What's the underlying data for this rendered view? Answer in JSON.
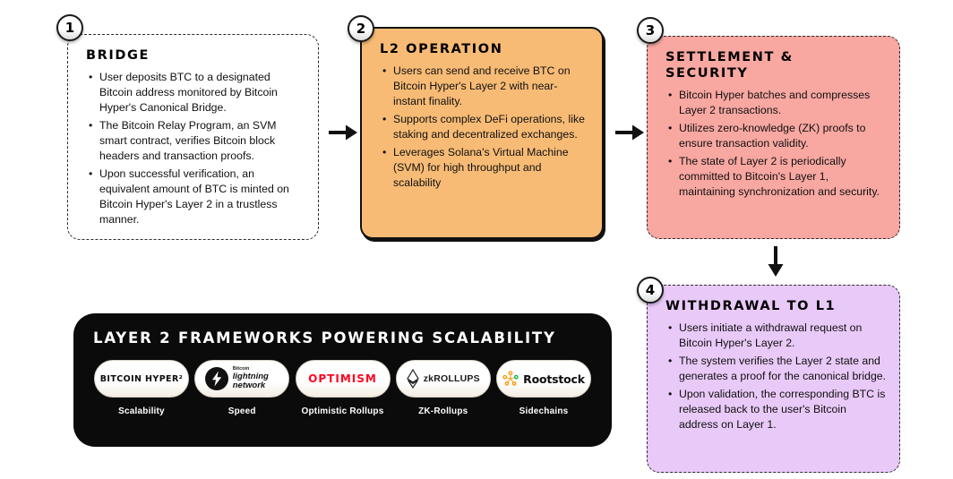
{
  "steps": [
    {
      "number": "1",
      "title": "BRIDGE",
      "bullets": [
        "User deposits BTC to a designated Bitcoin address monitored by Bitcoin Hyper's Canonical Bridge.",
        "The Bitcoin Relay Program, an SVM smart contract, verifies Bitcoin block headers and transaction proofs.",
        "Upon successful verification, an equivalent amount of BTC is minted on Bitcoin Hyper's Layer 2 in a trustless manner."
      ]
    },
    {
      "number": "2",
      "title": "L2 OPERATION",
      "bullets": [
        "Users can send and receive BTC on Bitcoin Hyper's Layer 2 with near-instant finality.",
        "Supports complex DeFi operations, like staking and decentralized exchanges.",
        "Leverages Solana's Virtual Machine (SVM) for high throughput and scalability"
      ]
    },
    {
      "number": "3",
      "title": "SETTLEMENT & SECURITY",
      "bullets": [
        "Bitcoin Hyper batches and compresses Layer 2 transactions.",
        "Utilizes zero-knowledge (ZK) proofs to ensure transaction validity.",
        "The state of Layer 2 is periodically committed to Bitcoin's Layer 1, maintaining synchronization and security."
      ]
    },
    {
      "number": "4",
      "title": "WITHDRAWAL TO L1",
      "bullets": [
        "Users initiate a withdrawal request on Bitcoin Hyper's Layer 2.",
        "The system verifies the Layer 2 state and generates a proof for the canonical bridge.",
        "Upon validation, the corresponding BTC is released back to the user's Bitcoin address on Layer 1."
      ]
    }
  ],
  "frameworks": {
    "title": "LAYER 2 FRAMEWORKS POWERING SCALABILITY",
    "items": [
      {
        "logo_text": "BITCOIN HYPER²",
        "label": "Scalability"
      },
      {
        "logo_small": "Bitcoin",
        "logo_text": "lightning network",
        "label": "Speed"
      },
      {
        "logo_text": "OPTIMISM",
        "label": "Optimistic Rollups"
      },
      {
        "logo_text": "zkROLLUPS",
        "label": "ZK-Rollups"
      },
      {
        "logo_text": "Rootstock",
        "label": "Sidechains"
      }
    ]
  },
  "colors": {
    "card_bridge_bg": "#ffffff",
    "card_l2_bg": "#f7bb75",
    "card_settlement_bg": "#f8a7a1",
    "card_withdrawal_bg": "#e9c9f8",
    "panel_bg": "#0b0b0b",
    "optimism_red": "#ff0420",
    "rootstock_orange": "#ff9100",
    "ink": "#111111"
  }
}
